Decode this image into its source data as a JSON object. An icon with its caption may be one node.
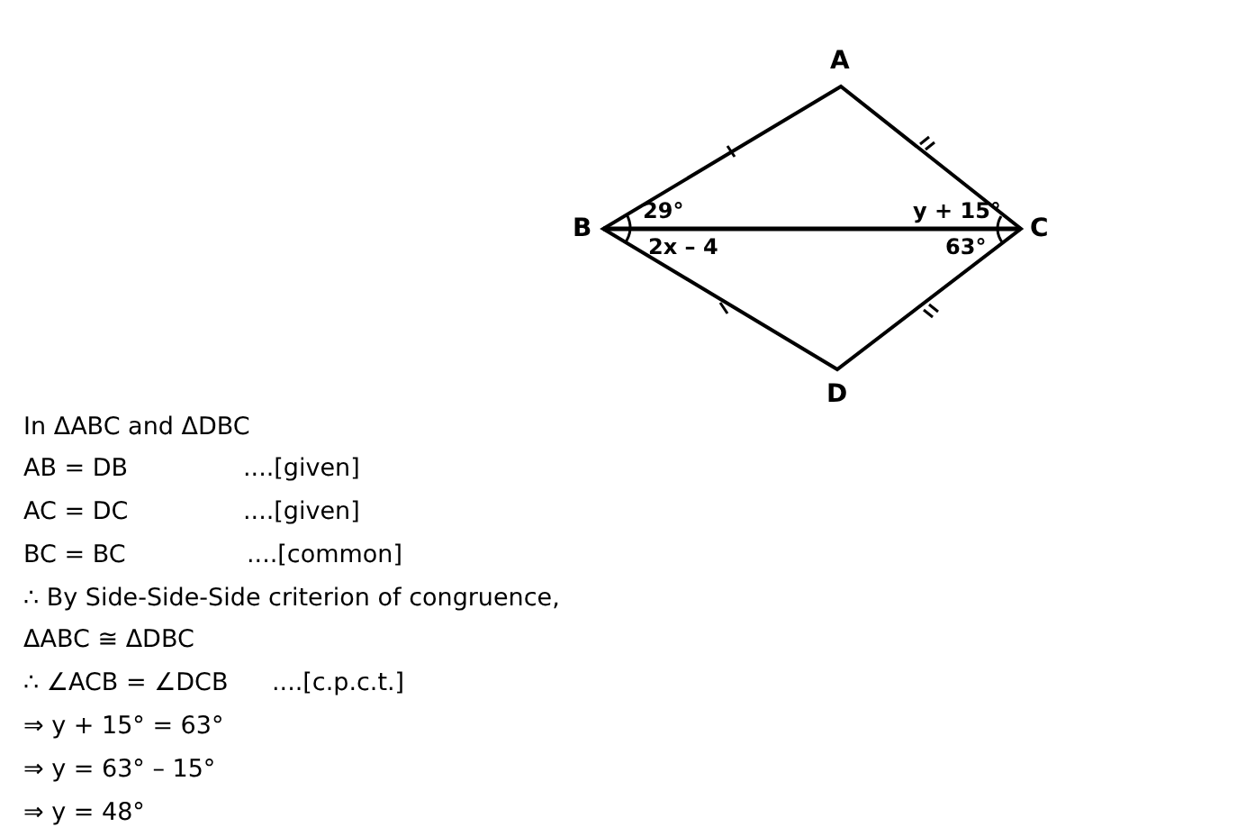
{
  "diagram": {
    "labels": [
      "A",
      "B",
      "C",
      "D",
      "29°",
      "y + 15°",
      "2x – 4",
      "63°",
      "In ΔABC and ΔDBC",
      "AB = DB",
      "....[given]",
      "AC = DC",
      "....[given]",
      "BC = BC",
      "....[common]",
      "∴ By Side-Side-Side criterion of congruence,",
      "ΔABC ≅ ΔDBC",
      "∴ ∠ACB = ∠DCB",
      "....[c.p.c.t.]",
      "⇒ y + 15° = 63°",
      "⇒ y = 63° – 15°",
      "⇒ y = 48°"
    ]
  }
}
